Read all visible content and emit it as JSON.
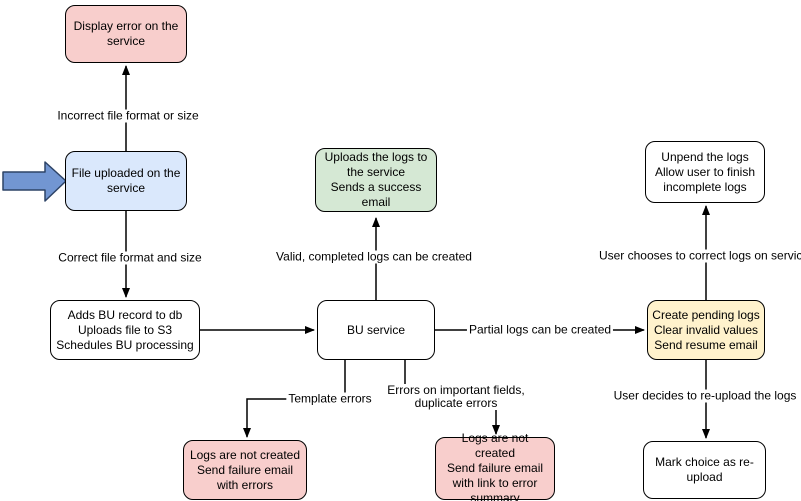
{
  "diagram": {
    "type": "flowchart",
    "background": "#ffffff"
  },
  "colors": {
    "error_fill": "#f8cecc",
    "info_fill": "#dae8fc",
    "success_fill": "#d5e8d4",
    "warning_fill": "#fff2cc",
    "neutral_fill": "#ffffff",
    "stroke": "#000000",
    "entry_arrow_fill": "#7296d2",
    "entry_arrow_stroke": "#2d4366"
  },
  "nodes": {
    "display_error": {
      "label": "Display error on the service"
    },
    "file_uploaded": {
      "label": "File uploaded on the service"
    },
    "adds_bu": {
      "lines": [
        "Adds BU record to db",
        "Uploads file to S3",
        "Schedules BU processing"
      ]
    },
    "upload_success": {
      "lines": [
        "Uploads the logs to the service",
        "Sends a success email"
      ]
    },
    "bu_service": {
      "label": "BU service"
    },
    "create_pending": {
      "lines": [
        "Create pending logs",
        "Clear invalid values",
        "Send resume email"
      ]
    },
    "unpend": {
      "lines": [
        "Unpend the logs",
        "Allow user to finish incomplete logs"
      ]
    },
    "mark_reupload": {
      "label": "Mark choice as re-upload"
    },
    "fail_template": {
      "lines": [
        "Logs are not created",
        "Send failure email with errors"
      ]
    },
    "fail_fields": {
      "lines": [
        "Logs are not created",
        "Send failure email with link to error summary"
      ]
    }
  },
  "edge_labels": {
    "incorrect_format": "Incorrect file format or size",
    "correct_format": "Correct file format and size",
    "valid_completed": "Valid, completed logs can be created",
    "template_errors": "Template errors",
    "important_fields": "Errors on important fields, duplicate errors",
    "partial_logs": "Partial logs can be created",
    "user_corrects": "User chooses to correct logs on service",
    "user_reuploads": "User decides to re-upload the logs"
  }
}
